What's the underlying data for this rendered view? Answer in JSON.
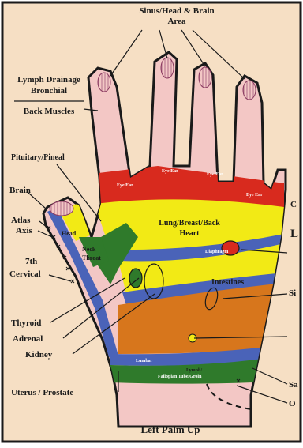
{
  "colors": {
    "background": "#f6dfc4",
    "frame": "#1a1a1a",
    "skin": "#f3c7c5",
    "red": "#d82a1e",
    "yellow": "#f2ea15",
    "blue": "#4a63b8",
    "green": "#2f7a2b",
    "orange": "#d7761c"
  },
  "labels": {
    "sinus_line1": "Sinus/Head & Brain",
    "sinus_line2": "Area",
    "lymph_line1": "Lymph Drainage",
    "lymph_line2": "Bronchial",
    "lymph_line3": "Back Muscles",
    "pituitary": "Pituitary/Pineal",
    "brain": "Brain",
    "atlas": "Atlas",
    "axis": "Axis",
    "seventh": "7th",
    "cervical": "Cervical",
    "thyroid": "Thyroid",
    "adrenal": "Adrenal",
    "kidney": "Kidney",
    "uterus": "Uterus / Prostate",
    "footer": "Left Palm Up"
  },
  "zones": {
    "eye_ear_1": "Eye Ear",
    "eye_ear_2": "Eye Ear",
    "eye_ear_3": "Eye Ear",
    "eye_ear_4": "Eye Ear",
    "lung_line1": "Lung/Breast/Back",
    "lung_line2": "Heart",
    "head": "Head",
    "neck_line1": "Neck",
    "neck_line2": "Throat",
    "intestines": "Intestines",
    "lumbar": "Lumbar",
    "diaphragm": "Diaphragm",
    "lymph_bottom": "Lymph/",
    "fallopian": "Fallopian Tube/Groin"
  },
  "cutoff_right": {
    "c": "C",
    "l": "L",
    "sig": "Si",
    "sa": "Sa",
    "o": "O"
  }
}
